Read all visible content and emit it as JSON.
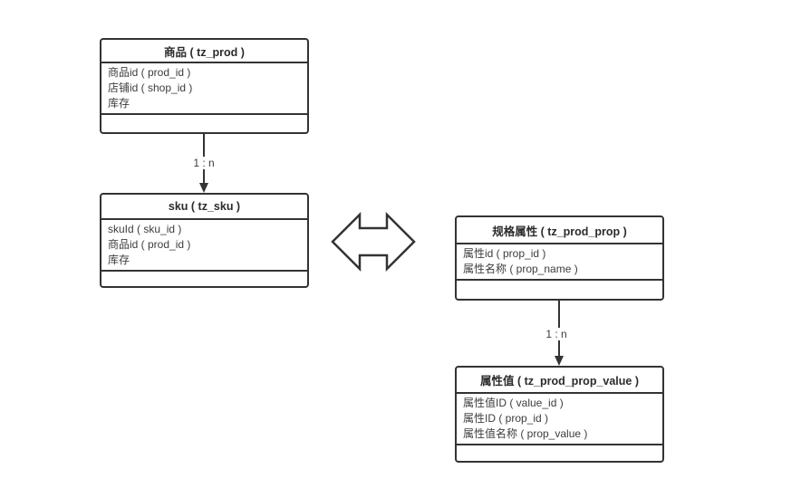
{
  "colors": {
    "background": "#ffffff",
    "line": "#333333",
    "text": "#3d3d3d"
  },
  "tables": [
    {
      "name": "tz_prod",
      "title": "商品 ( tz_prod )",
      "fields": [
        "商品id ( prod_id )",
        "店铺id ( shop_id )",
        "库存"
      ]
    },
    {
      "name": "tz_sku",
      "title": "sku ( tz_sku )",
      "fields": [
        "skuId ( sku_id )",
        "商品id ( prod_id )",
        "库存"
      ]
    },
    {
      "name": "tz_prod_prop",
      "title": "规格属性 ( tz_prod_prop )",
      "fields": [
        "属性id ( prop_id )",
        "属性名称 ( prop_name )"
      ]
    },
    {
      "name": "tz_prod_prop_value",
      "title": "属性值 ( tz_prod_prop_value )",
      "fields": [
        "属性值ID ( value_id )",
        "属性ID ( prop_id )",
        "属性值名称 ( prop_value )"
      ]
    }
  ],
  "connectors": [
    {
      "from": "tz_prod",
      "to": "tz_sku",
      "label": "1 : n"
    },
    {
      "from": "tz_prod_prop",
      "to": "tz_prod_prop_value",
      "label": "1 : n"
    }
  ]
}
